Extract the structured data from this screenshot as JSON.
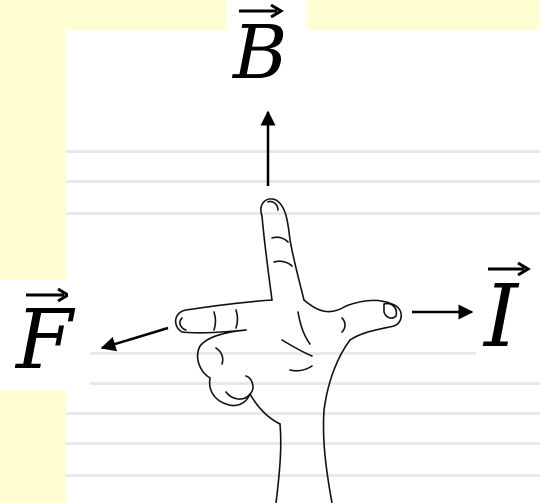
{
  "vectors": {
    "b": "B",
    "f": "F",
    "i": "I"
  },
  "colors": {
    "background": "#fefed2",
    "paper": "#ffffff",
    "ink": "#000000"
  }
}
